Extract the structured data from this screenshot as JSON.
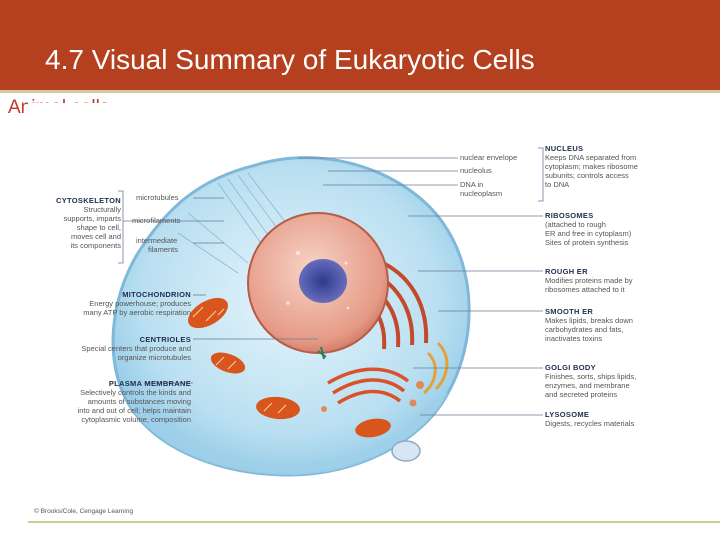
{
  "slide": {
    "title": "4.7 Visual Summary of Eukaryotic Cells",
    "subtitle": "Animal cells"
  },
  "colors": {
    "header": "#b5401f",
    "subtitle_text": "#c0392b",
    "label_heading": "#1f2d4d",
    "nucleus": "#e9a08e",
    "cytoplasm": "#bfe3f3",
    "golgi": "#d9522a",
    "mitochondria": "#d8561e"
  },
  "labels_left": {
    "cytoskeleton": {
      "heading": "CYTOSKELETON",
      "desc": [
        "Structurally",
        "supports, imparts",
        "shape to cell,",
        "moves cell and",
        "its components"
      ],
      "parts": [
        "microtubules",
        "microfilaments",
        "intermediate",
        "filaments"
      ]
    },
    "mitochondrion": {
      "heading": "MITOCHONDRION",
      "desc": [
        "Energy powerhouse; produces",
        "many ATP by aerobic respiration"
      ]
    },
    "centrioles": {
      "heading": "CENTRIOLES",
      "desc": [
        "Special centers that produce and",
        "organize microtubules"
      ]
    },
    "plasma_membrane": {
      "heading": "PLASMA MEMBRANE",
      "desc": [
        "Selectively controls the kinds and",
        "amounts of substances moving",
        "into and out of cell; helps maintain",
        "cytoplasmic volume, composition"
      ]
    }
  },
  "labels_right": {
    "nucleus": {
      "heading": "NUCLEUS",
      "parts": [
        "nuclear envelope",
        "nucleolus",
        "DNA in",
        "nucleoplasm"
      ],
      "desc": [
        "Keeps DNA separated from",
        "cytoplasm; makes ribosome",
        "subunits; controls access",
        "to DNA"
      ]
    },
    "ribosomes": {
      "heading": "RIBOSOMES",
      "desc": [
        "(attached to rough",
        "ER and free in cytoplasm)",
        "Sites of protein synthesis"
      ]
    },
    "rough_er": {
      "heading": "ROUGH ER",
      "desc": [
        "Modifies proteins made by",
        "ribosomes attached to it"
      ]
    },
    "smooth_er": {
      "heading": "SMOOTH ER",
      "desc": [
        "Makes lipids, breaks down",
        "carbohydrates and fats,",
        "inactivates toxins"
      ]
    },
    "golgi": {
      "heading": "GOLGI BODY",
      "desc": [
        "Finishes, sorts, ships lipids,",
        "enzymes, and membrane",
        "and secreted proteins"
      ]
    },
    "lysosome": {
      "heading": "LYSOSOME",
      "desc": [
        "Digests, recycles materials"
      ]
    }
  },
  "credit": "© Brooks/Cole, Cengage Learning"
}
